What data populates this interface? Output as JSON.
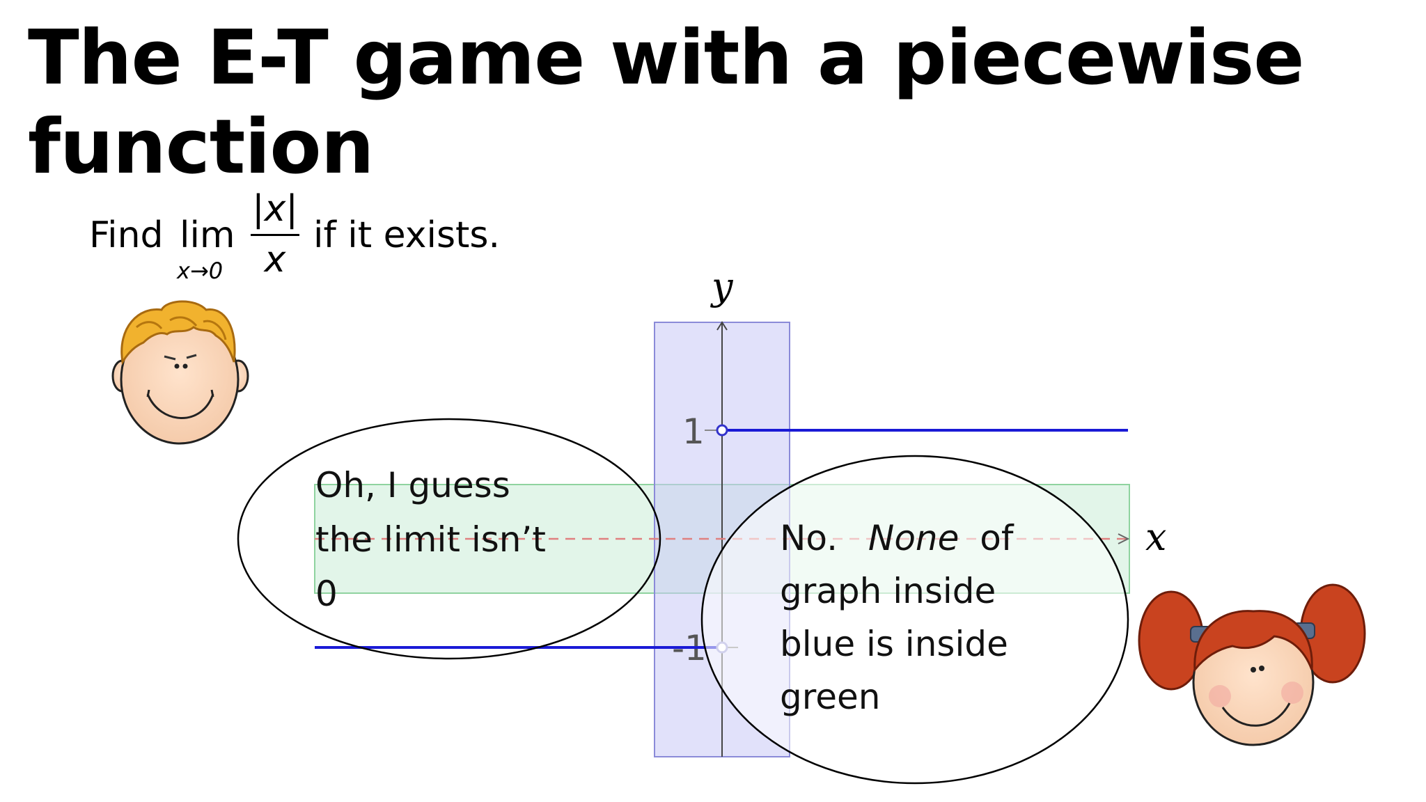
{
  "slide": {
    "title": "The E-T game with a piecewise function",
    "problem": {
      "find_label": "Find",
      "lim_label": "lim",
      "lim_subscript": "x→0",
      "numerator": "|x|",
      "denominator": "x",
      "tail": "if it exists."
    }
  },
  "graph": {
    "x_axis_label": "x",
    "y_axis_label": "y",
    "tick_labels": {
      "pos_one": "1",
      "neg_one": "-1"
    },
    "curve_color": "#1a1ad6",
    "delta_band_color": "#c9c9f5",
    "epsilon_band_color": "#bfe8cf"
  },
  "bubbles": {
    "left": {
      "lines": [
        "Oh, I guess",
        "the limit isn’t",
        "0"
      ]
    },
    "right": {
      "line1_plain": "No.",
      "line1_italic": "None",
      "line1_end": "of",
      "lines": [
        "graph inside",
        "blue is inside",
        "green"
      ]
    }
  },
  "characters": {
    "boy": "boy-avatar",
    "girl": "girl-avatar"
  }
}
